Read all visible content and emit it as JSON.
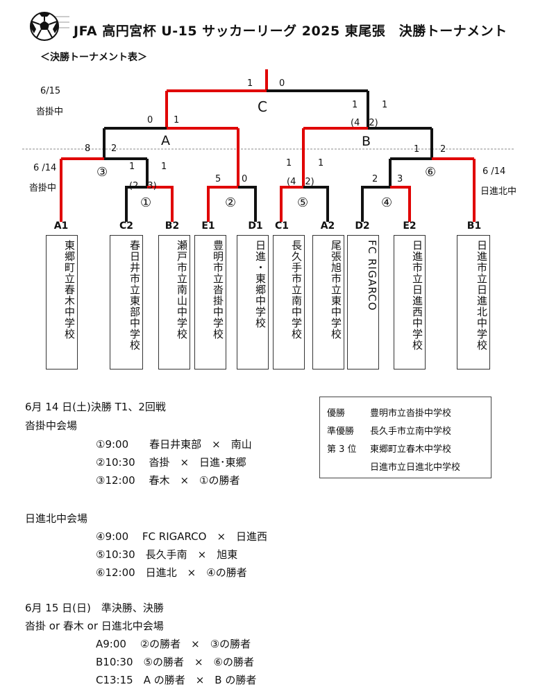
{
  "header": {
    "title": "JFA 高円宮杯 U-15 サッカーリーグ 2025 東尾張　決勝トーナメント",
    "subtitle": "＜決勝トーナメント表＞"
  },
  "bracket": {
    "final": {
      "label": "C",
      "score_left": "1",
      "score_right": "0",
      "date": "6/15",
      "venue": "沓掛中"
    },
    "semi_a": {
      "label": "A",
      "score_left": "0",
      "score_right": "1"
    },
    "semi_b": {
      "label": "B",
      "score_left": "1",
      "score_right": "1",
      "pk": "(4　2)"
    },
    "m3": {
      "label": "③",
      "score_left": "1",
      "score_right": "1"
    },
    "m3_a1": {
      "score": "8"
    },
    "m3_upper": {
      "score": "2"
    },
    "m6": {
      "label": "⑥",
      "score_left": "1",
      "score_right": "2"
    },
    "m1": {
      "label": "①",
      "pk": "(2　3)"
    },
    "m2": {
      "label": "②",
      "score_left": "5",
      "score_right": "0"
    },
    "m5": {
      "label": "⑤",
      "score_left": "1",
      "score_right": "1",
      "pk": "(4　2)"
    },
    "m4": {
      "label": "④",
      "score_left": "2",
      "score_right": "3"
    },
    "left_date": "6 /14",
    "left_venue": "沓掛中",
    "right_date": "6 /14",
    "right_venue": "日進北中"
  },
  "teams": [
    {
      "code": "A1",
      "name": "東郷町立春木中学校"
    },
    {
      "code": "C2",
      "name": "春日井市立東部中学校"
    },
    {
      "code": "B2",
      "name": "瀬戸市立南山中学校"
    },
    {
      "code": "E1",
      "name": "豊明市立沓掛中学校"
    },
    {
      "code": "D1",
      "name": "日進・東郷中学校"
    },
    {
      "code": "C1",
      "name": "長久手市立南中学校"
    },
    {
      "code": "A2",
      "name": "尾張旭市立東中学校"
    },
    {
      "code": "D2",
      "name": "FC RIGARCO"
    },
    {
      "code": "E2",
      "name": "日進市立日進西中学校"
    },
    {
      "code": "B1",
      "name": "日進市立日進北中学校"
    }
  ],
  "schedule": {
    "day1": "6月 14 日(土)決勝 T1、2回戦",
    "venue1": "沓掛中会場",
    "v1_matches": [
      "①9:00　　春日井東部　×　南山",
      "②10:30　 沓掛　×　日進･東郷",
      "③12:00　 春木　×　①の勝者"
    ],
    "venue2": "日進北中会場",
    "v2_matches": [
      "④9:00　 FC RIGARCO　×　日進西",
      "⑤10:30　長久手南　×　旭東",
      "⑥12:00　日進北　×　④の勝者"
    ],
    "day2": "6月 15 日(日)　準決勝、決勝",
    "venue3": "沓掛 or 春木 or 日進北中会場",
    "v3_matches": [
      "A9:00　 ②の勝者　×　③の勝者",
      "B10:30　⑤の勝者　×　⑥の勝者",
      "C13:15　A の勝者　×　B の勝者"
    ]
  },
  "results": {
    "winner_label": "優勝",
    "winner": "豊明市立沓掛中学校",
    "runnerup_label": "準優勝",
    "runnerup": "長久手市立南中学校",
    "third_label": "第 3 位",
    "third_1": "東郷町立春木中学校",
    "third_2": "日進市立日進北中学校"
  }
}
